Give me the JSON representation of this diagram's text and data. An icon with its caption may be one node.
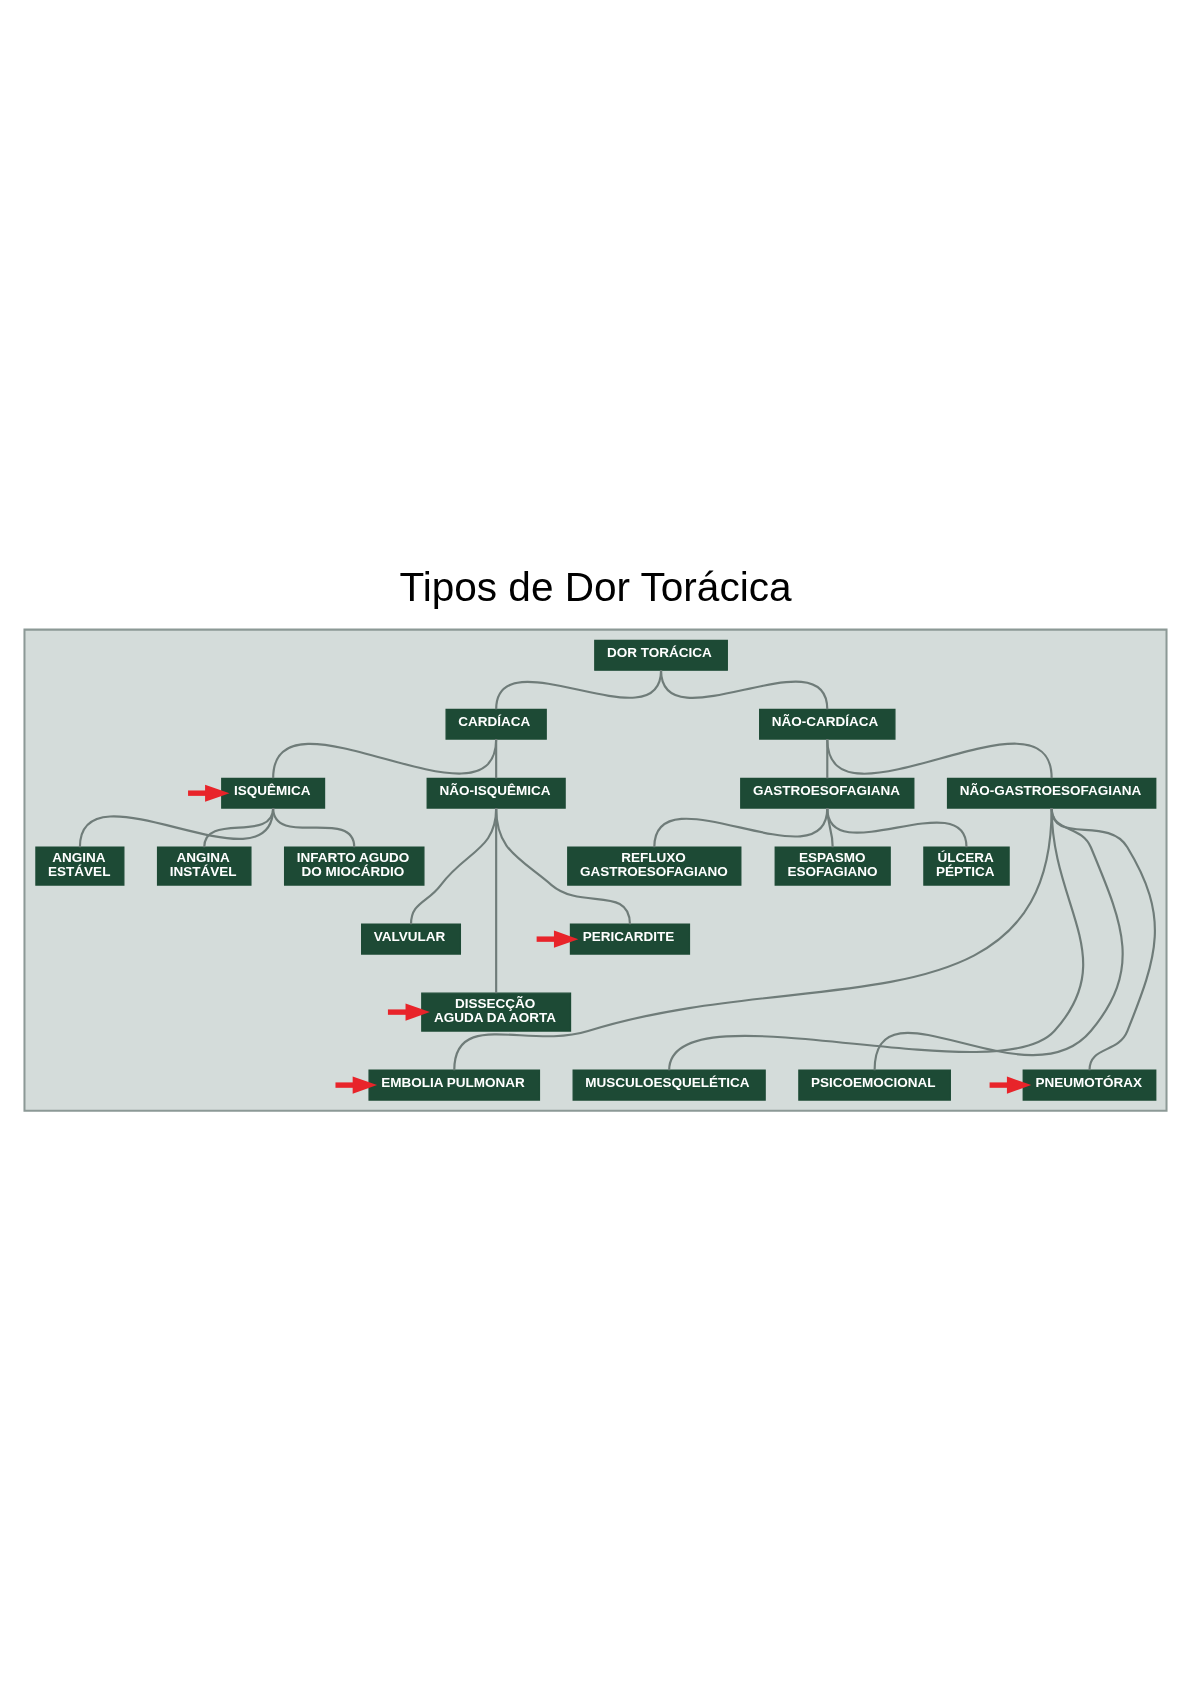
{
  "diagram": {
    "title": "Tipos de Dor Torácica",
    "nodes": [
      {
        "text": [],
        "shape": "box"
      },
      {
        "text": [
          "DOR TORÁCICA"
        ],
        "in": 0
      },
      {
        "text": [
          "CARDÍACA"
        ],
        "in": 0
      },
      {
        "text": [
          "NÃO-CARDÍACA"
        ],
        "in": 0
      },
      {
        "text": [
          "ISQUÊMICA"
        ],
        "in": 0
      },
      {
        "text": [
          "NÃO-ISQUÊMICA"
        ],
        "in": 0
      },
      {
        "text": [
          "GASTROESOFAGIANA"
        ],
        "in": 0
      },
      {
        "text": [
          "NÃO-GASTROESOFAGIANA"
        ],
        "in": 0
      },
      {
        "text": [
          "ANGINA ESTÁVEL"
        ],
        "in": 0
      },
      {
        "text": [
          "ANGINA INSTÁVEL"
        ],
        "in": 0
      },
      {
        "text": [
          "INFARTO AGUDO DO MIOCÁRDIO"
        ],
        "in": 0
      },
      {
        "text": [
          "REFLUXO GASTROESOFAGIANO"
        ],
        "in": 0
      },
      {
        "text": [
          "ESPASMO ESOFAGIANO"
        ],
        "in": 0
      },
      {
        "text": [
          "ÚLCERA PÉPTICA"
        ],
        "in": 0
      },
      {
        "text": [
          "PERICARDITE"
        ],
        "in": 0
      },
      {
        "text": [
          "VALVULAR"
        ],
        "in": 0
      },
      {
        "text": [
          "DISSECÇÃO AGUDA DA AORTA"
        ],
        "in": 0
      },
      {
        "text": [
          "PNEUMOTÓRAX"
        ],
        "in": 0
      },
      {
        "text": [
          "EMBOLIA PULMONAR"
        ],
        "in": 0
      },
      {
        "text": [
          "MUSCULOESQUELÉTICA"
        ],
        "in": 0
      },
      {
        "text": [
          "PSICOEMOCIONAL"
        ],
        "in": 0
      }
    ],
    "edges": [
      {
        "from": 1,
        "to": 2,
        "arrow": "none"
      },
      {
        "from": 1,
        "to": 3,
        "arrow": "none"
      },
      {
        "from": 2,
        "to": 4,
        "arrow": "none"
      },
      {
        "from": 2,
        "to": 5,
        "arrow": "none"
      },
      {
        "from": 4,
        "to": 8,
        "arrow": "none"
      },
      {
        "from": 4,
        "to": 9,
        "arrow": "none"
      },
      {
        "from": 4,
        "to": 10,
        "arrow": "none"
      },
      {
        "from": 3,
        "to": 6,
        "arrow": "none"
      },
      {
        "from": 3,
        "to": 7,
        "arrow": "none"
      },
      {
        "from": 6,
        "to": 11,
        "arrow": "none"
      },
      {
        "from": 6,
        "to": 12,
        "arrow": "none"
      },
      {
        "from": 6,
        "to": 13,
        "arrow": "none"
      },
      {
        "from": 5,
        "to": 14,
        "arrow": "none"
      },
      {
        "from": 5,
        "to": 15,
        "arrow": "none"
      },
      {
        "from": 5,
        "to": 16,
        "arrow": "none"
      },
      {
        "from": 7,
        "to": 17,
        "arrow": "none"
      },
      {
        "from": 7,
        "to": 18,
        "arrow": "none"
      },
      {
        "from": 7,
        "to": 19,
        "arrow": "none"
      },
      {
        "from": 7,
        "to": 20,
        "arrow": "none"
      },
      {
        "from": null,
        "to": 4,
        "arrow": "to",
        "style": "thick",
        "color": "#e8242a"
      },
      {
        "from": null,
        "to": 14,
        "arrow": "to",
        "style": "thick",
        "color": "#e8242a"
      },
      {
        "from": null,
        "to": 16,
        "arrow": "to",
        "style": "thick",
        "color": "#e8242a"
      },
      {
        "from": null,
        "to": 17,
        "arrow": "to",
        "style": "thick",
        "color": "#e8242a"
      },
      {
        "from": null,
        "to": 18,
        "arrow": "to",
        "style": "thick",
        "color": "#e8242a"
      }
    ]
  }
}
